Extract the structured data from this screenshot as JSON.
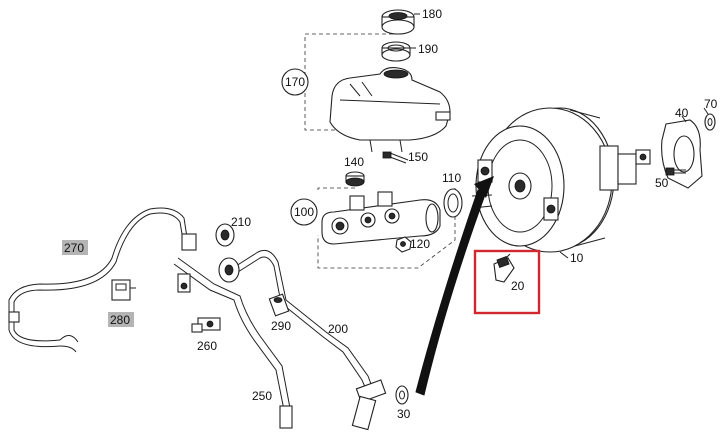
{
  "colors": {
    "highlight_box": "#d0282e",
    "highlight_label_bg": "#b4b4b4",
    "line": "#222222",
    "arrow": "#111111"
  },
  "parts": {
    "p10": {
      "number": "10"
    },
    "p20": {
      "number": "20"
    },
    "p30": {
      "number": "30"
    },
    "p40": {
      "number": "40"
    },
    "p50": {
      "number": "50"
    },
    "p70": {
      "number": "70"
    },
    "p100": {
      "number": "100"
    },
    "p110": {
      "number": "110"
    },
    "p120": {
      "number": "120"
    },
    "p140": {
      "number": "140"
    },
    "p150": {
      "number": "150"
    },
    "p170": {
      "number": "170"
    },
    "p180": {
      "number": "180"
    },
    "p190": {
      "number": "190"
    },
    "p200": {
      "number": "200"
    },
    "p210": {
      "number": "210"
    },
    "p250": {
      "number": "250"
    },
    "p260": {
      "number": "260"
    },
    "p270": {
      "number": "270",
      "highlighted": true
    },
    "p280": {
      "number": "280",
      "highlighted": true
    },
    "p290": {
      "number": "290"
    }
  },
  "callout": {
    "part": "20",
    "arrow_icon": "curved-arrow-icon",
    "box_icon": "red-highlight-box"
  }
}
